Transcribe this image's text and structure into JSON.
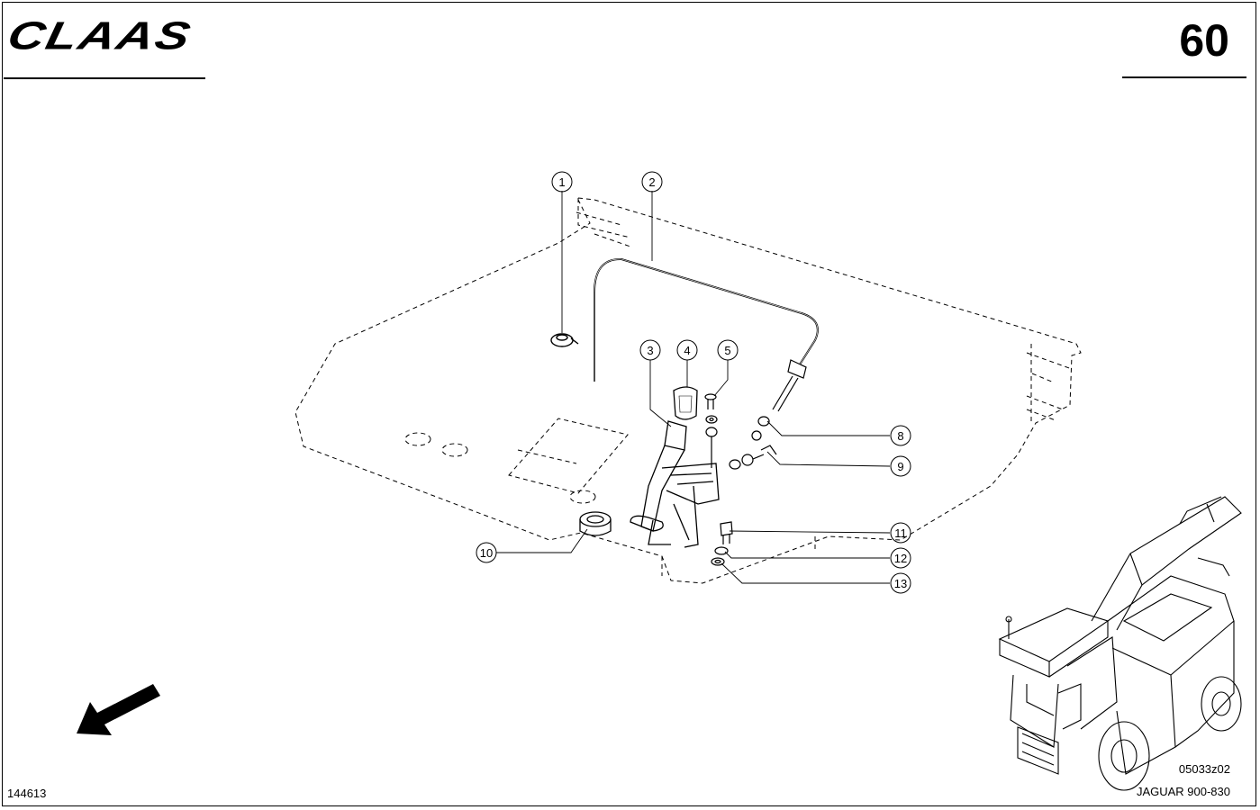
{
  "header": {
    "brand": "CLAAS",
    "page_number": "60"
  },
  "diagram": {
    "callouts": [
      {
        "label": "1"
      },
      {
        "label": "2"
      },
      {
        "label": "3"
      },
      {
        "label": "4"
      },
      {
        "label": "5"
      },
      {
        "label": "8"
      },
      {
        "label": "9"
      },
      {
        "label": "10"
      },
      {
        "label": "11"
      },
      {
        "label": "12"
      },
      {
        "label": "13"
      }
    ]
  },
  "footer": {
    "document_id": "144613",
    "figure_code": "05033z02",
    "model": "JAGUAR 900-830"
  }
}
